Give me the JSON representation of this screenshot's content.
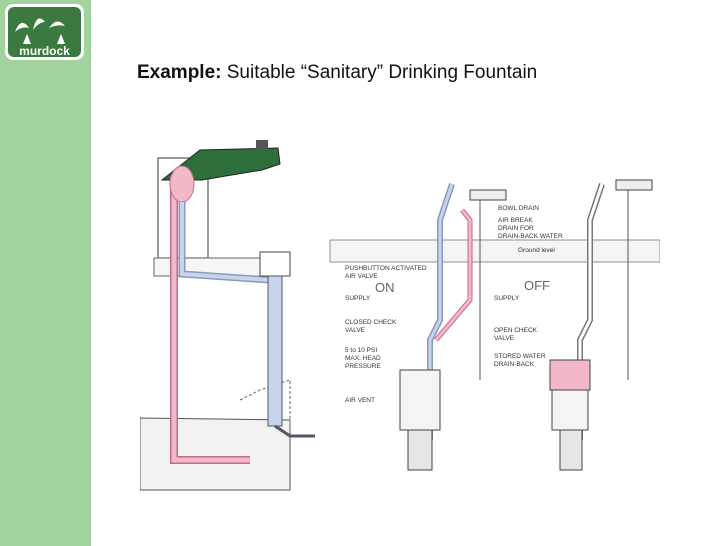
{
  "logo": {
    "text": "murdock"
  },
  "title": {
    "bold": "Example:",
    "rest": " Suitable “Sanitary” Drinking Fountain"
  },
  "diagram": {
    "labels": {
      "bowl_drain": "BOWL DRAIN",
      "air_break": "AIR BREAK",
      "drain_for": "DRAIN FOR",
      "drain_back_water": "DRAIN-BACK WATER",
      "ground_level": "Ground level",
      "pushbutton": "PUSHBUTTON ACTIVATED",
      "air_valve": "AIR VALVE",
      "on": "ON",
      "off": "OFF",
      "supply_left": "SUPPLY",
      "supply_right": "SUPPLY",
      "closed_check": "CLOSED CHECK",
      "valve_left": "VALVE",
      "psi": "5 to 10 PSI",
      "max_head": "MAX. HEAD",
      "pressure": "PRESSURE",
      "air_vent": "AIR VENT",
      "open_check": "OPEN CHECK",
      "valve_right": "VALVE",
      "stored_water": "STORED WATER",
      "drain_back": "DRAIN-BACK"
    }
  },
  "colors": {
    "sidebar": "#a2d39c",
    "pink_pipe": "#f2b8c8",
    "blue_pipe": "#c8d4ec",
    "fountain_green": "#2e6e3a"
  }
}
